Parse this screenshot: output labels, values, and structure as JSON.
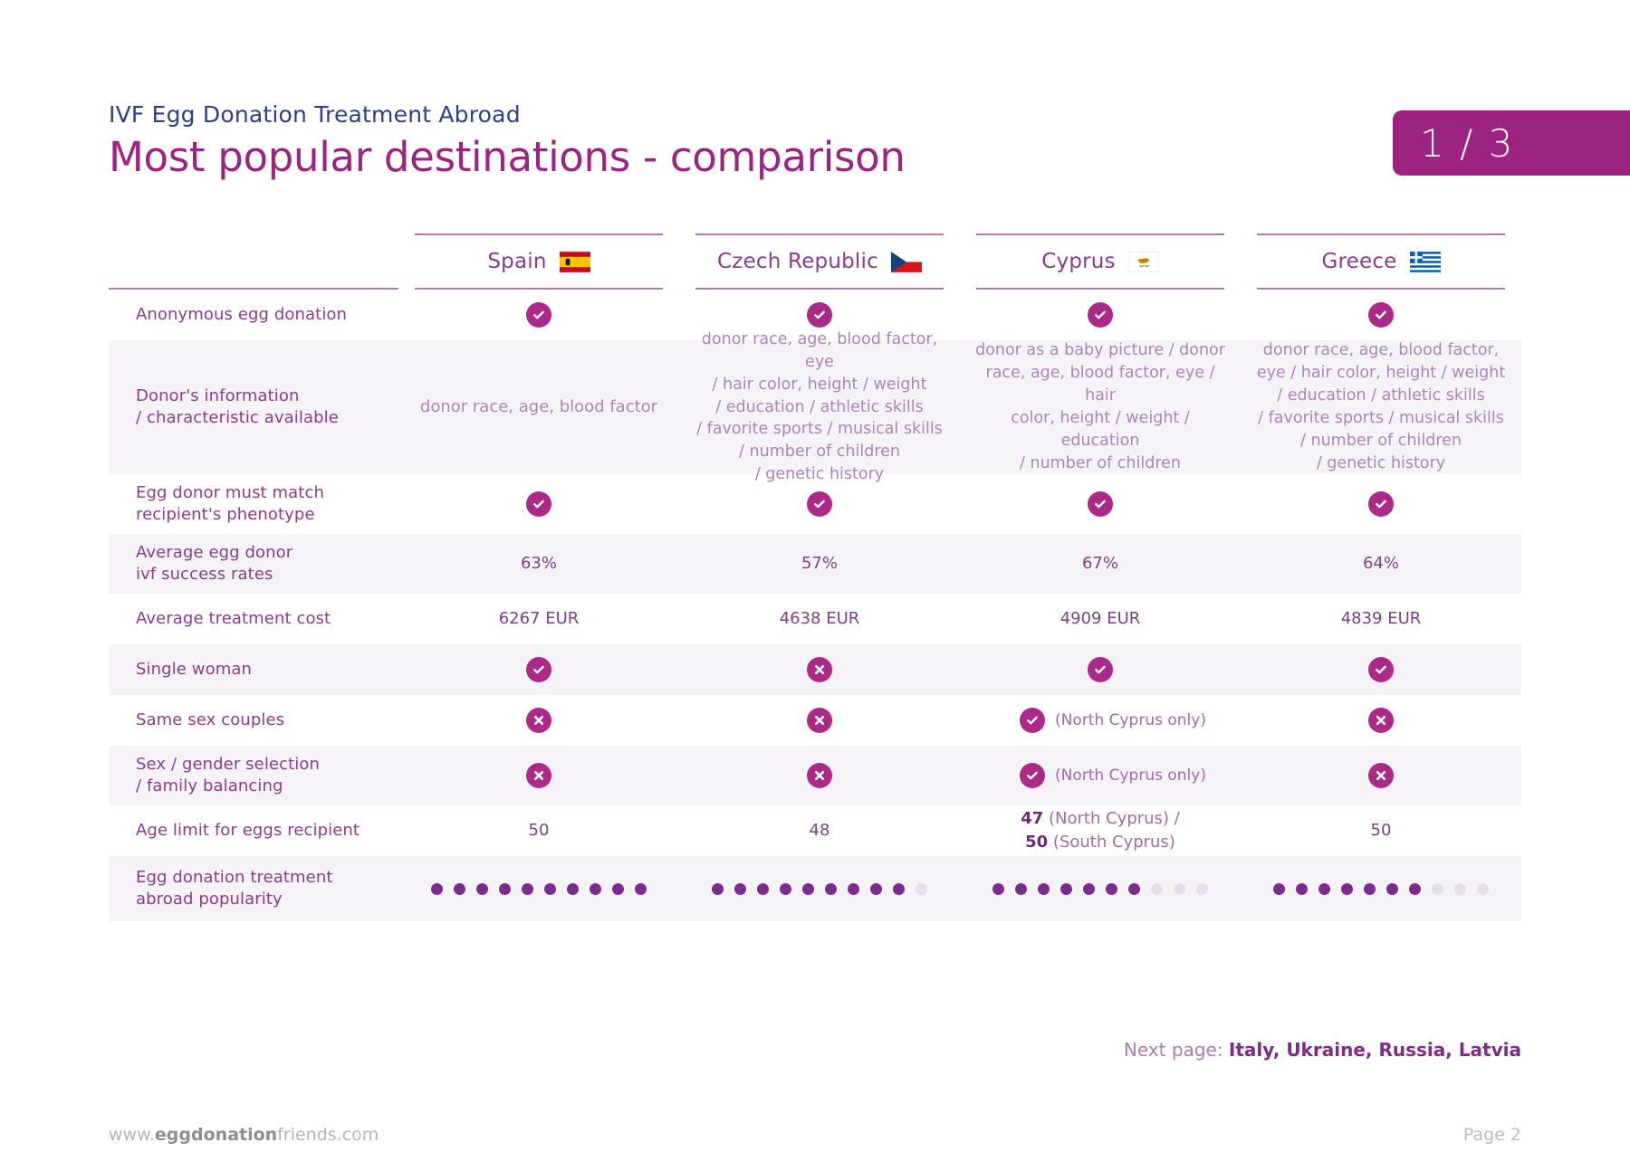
{
  "badge": {
    "label": "1 / 3"
  },
  "header": {
    "eyebrow": "IVF Egg Donation Treatment Abroad",
    "title": "Most popular destinations - comparison"
  },
  "colors": {
    "brand_magenta": "#9c2480",
    "heading_navy": "#2d3f87",
    "row_alt_bg": "#f6f3f8",
    "icon_circle": "#ab2a87",
    "dot_on": "#7b2d8e",
    "dot_off": "#e5dfeb"
  },
  "table": {
    "countries": [
      {
        "name": "Spain",
        "flag": "flag-spain"
      },
      {
        "name": "Czech Republic",
        "flag": "flag-czech-republic"
      },
      {
        "name": "Cyprus",
        "flag": "flag-cyprus"
      },
      {
        "name": "Greece",
        "flag": "flag-greece"
      }
    ],
    "rows": [
      {
        "label": "Anonymous egg donation",
        "type": "icon",
        "values": [
          {
            "icon": "check"
          },
          {
            "icon": "check"
          },
          {
            "icon": "check"
          },
          {
            "icon": "check"
          }
        ]
      },
      {
        "label": "Donor's information\n/ characteristic available",
        "type": "text",
        "values": [
          {
            "text": "donor race, age, blood factor"
          },
          {
            "text": "donor race, age, blood factor, eye\n/ hair color, height / weight\n/ education / athletic skills\n/ favorite sports / musical skills\n/ number of children\n/ genetic history"
          },
          {
            "text": "donor as a baby picture / donor\nrace, age, blood factor, eye / hair\ncolor, height / weight / education\n/ number of children"
          },
          {
            "text": "donor race, age, blood factor,\neye / hair color, height / weight\n/ education / athletic skills\n/ favorite sports / musical skills\n/ number of children\n/ genetic history"
          }
        ]
      },
      {
        "label": "Egg donor must match\nrecipient's phenotype",
        "type": "icon",
        "values": [
          {
            "icon": "check"
          },
          {
            "icon": "check"
          },
          {
            "icon": "check"
          },
          {
            "icon": "check"
          }
        ]
      },
      {
        "label": "Average egg donor\nivf success rates",
        "type": "text",
        "values": [
          {
            "text": "63%"
          },
          {
            "text": "57%"
          },
          {
            "text": "67%"
          },
          {
            "text": "64%"
          }
        ]
      },
      {
        "label": "Average treatment cost",
        "type": "text",
        "values": [
          {
            "text": "6267 EUR"
          },
          {
            "text": "4638 EUR"
          },
          {
            "text": "4909 EUR"
          },
          {
            "text": "4839 EUR"
          }
        ]
      },
      {
        "label": "Single woman",
        "type": "icon",
        "values": [
          {
            "icon": "check"
          },
          {
            "icon": "cross"
          },
          {
            "icon": "check"
          },
          {
            "icon": "check"
          }
        ]
      },
      {
        "label": "Same sex couples",
        "type": "icon",
        "values": [
          {
            "icon": "cross"
          },
          {
            "icon": "cross"
          },
          {
            "icon": "check",
            "note": "(North Cyprus only)"
          },
          {
            "icon": "cross"
          }
        ]
      },
      {
        "label": "Sex / gender selection\n/ family balancing",
        "type": "icon",
        "values": [
          {
            "icon": "cross"
          },
          {
            "icon": "cross"
          },
          {
            "icon": "check",
            "note": "(North Cyprus only)"
          },
          {
            "icon": "cross"
          }
        ]
      },
      {
        "label": "Age limit for eggs recipient",
        "type": "age",
        "values": [
          {
            "text": "50"
          },
          {
            "text": "48"
          },
          {
            "parts": [
              {
                "num": "47",
                "suffix": " (North Cyprus) /"
              },
              {
                "num": "50",
                "suffix": " (South Cyprus)"
              }
            ]
          },
          {
            "text": "50"
          }
        ]
      },
      {
        "label": "Egg donation treatment\nabroad popularity",
        "type": "dots",
        "values": [
          {
            "filled": 10,
            "total": 10
          },
          {
            "filled": 9,
            "total": 10
          },
          {
            "filled": 7,
            "total": 10
          },
          {
            "filled": 7,
            "total": 10
          }
        ]
      }
    ]
  },
  "footer": {
    "next_page_label": "Next page: ",
    "next_page_countries": "Italy, Ukraine, Russia, Latvia",
    "url_prefix": "www.",
    "url_bold": "eggdonation",
    "url_suffix": "friends.com",
    "page_number": "Page 2"
  }
}
